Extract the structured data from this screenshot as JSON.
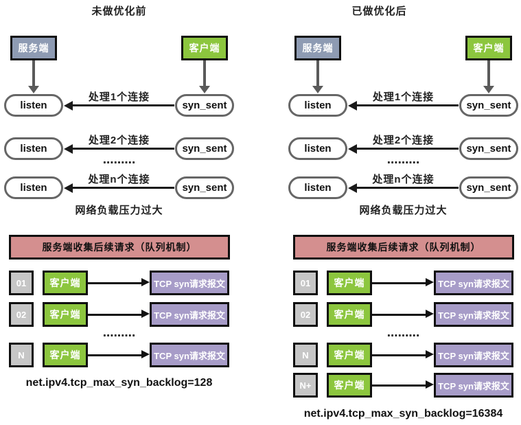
{
  "colors": {
    "server_fill": "#8E9BB3",
    "client_fill": "#8CC63E",
    "banner_fill": "#D48F8F",
    "queue_num_fill": "#C6C6C6",
    "packet_fill": "#A79CC8",
    "pill_border": "#666666",
    "vertical_arrow": "#5A5A5A",
    "horizontal_arrow": "#1A1A1A",
    "box_border": "#0F0F0F"
  },
  "panels": [
    {
      "title": "未做优化前",
      "server_label": "服务端",
      "client_label": "客户端",
      "listen_label": "listen",
      "syn_sent_label": "syn_sent",
      "conn_labels": [
        "处理1个连接",
        "处理2个连接",
        "处理n个连接"
      ],
      "dots": ".........",
      "overload_text": "网络负载压力过大",
      "queue_banner": "服务端收集后续请求（队列机制）",
      "queue_nums": [
        "01",
        "02",
        "N"
      ],
      "packet_label": "TCP syn请求报文",
      "sysctl_text": "net.ipv4.tcp_max_syn_backlog=128"
    },
    {
      "title": "已做优化后",
      "server_label": "服务端",
      "client_label": "客户端",
      "listen_label": "listen",
      "syn_sent_label": "syn_sent",
      "conn_labels": [
        "处理1个连接",
        "处理2个连接",
        "处理n个连接"
      ],
      "dots": ".........",
      "overload_text": "网络负载压力过大",
      "queue_banner": "服务端收集后续请求（队列机制）",
      "queue_nums": [
        "01",
        "02",
        "N",
        "N+"
      ],
      "packet_label": "TCP syn请求报文",
      "sysctl_text": "net.ipv4.tcp_max_syn_backlog=16384"
    }
  ]
}
